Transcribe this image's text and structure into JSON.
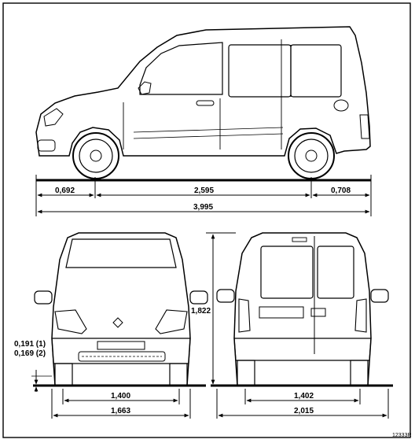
{
  "side_view": {
    "front_overhang": "0,692",
    "wheelbase": "2,595",
    "rear_overhang": "0,708",
    "overall_length": "3,995"
  },
  "front_view": {
    "ground_clearance_1": "0,191 (1)",
    "ground_clearance_2": "0,169 (2)",
    "front_track": "1,400",
    "body_width": "1,663"
  },
  "rear_view": {
    "overall_height": "1,822",
    "rear_track": "1,402",
    "width_with_mirrors": "2,015"
  },
  "reference_code": "12333R"
}
